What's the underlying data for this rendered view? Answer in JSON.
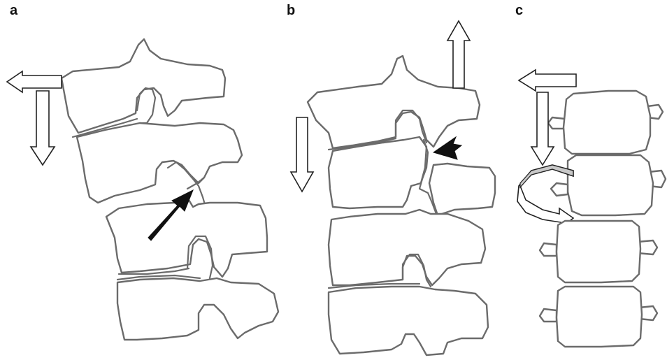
{
  "panels": {
    "a": {
      "label": "a"
    },
    "b": {
      "label": "b"
    },
    "c": {
      "label": "c"
    }
  },
  "colors": {
    "outline": "#6b6b6b",
    "arrow_outline": "#222222",
    "solid_arrow": "#111111",
    "rotation_band": "#c8c8c8"
  },
  "icons": {
    "hollow_arrow": "hollow-arrow-icon",
    "solid_arrow": "solid-arrow-icon",
    "rotation_arrow": "curved-rotation-arrow-icon"
  }
}
